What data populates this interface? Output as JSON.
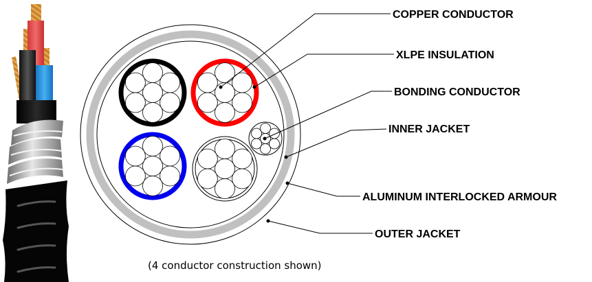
{
  "diagram": {
    "title": "Armoured cable cross-section",
    "caption": "(4 conductor construction shown)",
    "labels": [
      {
        "id": "copper-conductor",
        "text": "COPPER CONDUCTOR"
      },
      {
        "id": "xlpe-insulation",
        "text": "XLPE INSULATION"
      },
      {
        "id": "bonding-conductor",
        "text": "BONDING CONDUCTOR"
      },
      {
        "id": "inner-jacket",
        "text": "INNER JACKET"
      },
      {
        "id": "aluminum-interlocked-armour",
        "text": "ALUMINUM INTERLOCKED ARMOUR"
      },
      {
        "id": "outer-jacket",
        "text": "OUTER JACKET"
      }
    ],
    "conductors": [
      {
        "name": "black-conductor",
        "insulation_color": "#000000"
      },
      {
        "name": "red-conductor",
        "insulation_color": "#ff0000"
      },
      {
        "name": "blue-conductor",
        "insulation_color": "#0000ee"
      },
      {
        "name": "white-conductor",
        "insulation_color": "#ffffff"
      }
    ],
    "colors": {
      "armour": "#c0c0c0",
      "line": "#000000",
      "copper": "#c98a3a",
      "cable_red": "#e24a4a",
      "cable_blue": "#2a8fd8",
      "cable_black": "#1a1a1a"
    }
  }
}
